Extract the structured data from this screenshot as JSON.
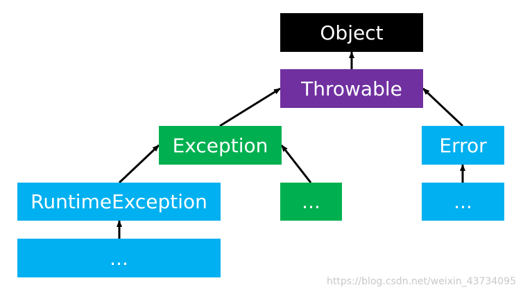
{
  "colors": {
    "root": "#000000",
    "throwable": "#7030a0",
    "exception": "#00b050",
    "error": "#00b0f0",
    "runtime": "#00b0f0",
    "edge": "#000000",
    "watermark": "#c8c8c8"
  },
  "nodes": [
    {
      "id": "object",
      "label": "Object",
      "color_key": "root"
    },
    {
      "id": "throwable",
      "label": "Throwable",
      "color_key": "throwable"
    },
    {
      "id": "exception",
      "label": "Exception",
      "color_key": "exception"
    },
    {
      "id": "error",
      "label": "Error",
      "color_key": "error"
    },
    {
      "id": "runtime-exception",
      "label": "RuntimeException",
      "color_key": "runtime"
    },
    {
      "id": "exception-more",
      "label": "...",
      "color_key": "exception"
    },
    {
      "id": "error-more",
      "label": "...",
      "color_key": "error"
    },
    {
      "id": "runtime-more",
      "label": "...",
      "color_key": "runtime"
    }
  ],
  "edges": [
    {
      "from": "throwable",
      "to": "object"
    },
    {
      "from": "exception",
      "to": "throwable"
    },
    {
      "from": "error",
      "to": "throwable"
    },
    {
      "from": "runtime-exception",
      "to": "exception"
    },
    {
      "from": "exception-more",
      "to": "exception"
    },
    {
      "from": "error-more",
      "to": "error"
    },
    {
      "from": "runtime-more",
      "to": "runtime-exception"
    }
  ],
  "watermark": "https://blog.csdn.net/weixin_43734095"
}
